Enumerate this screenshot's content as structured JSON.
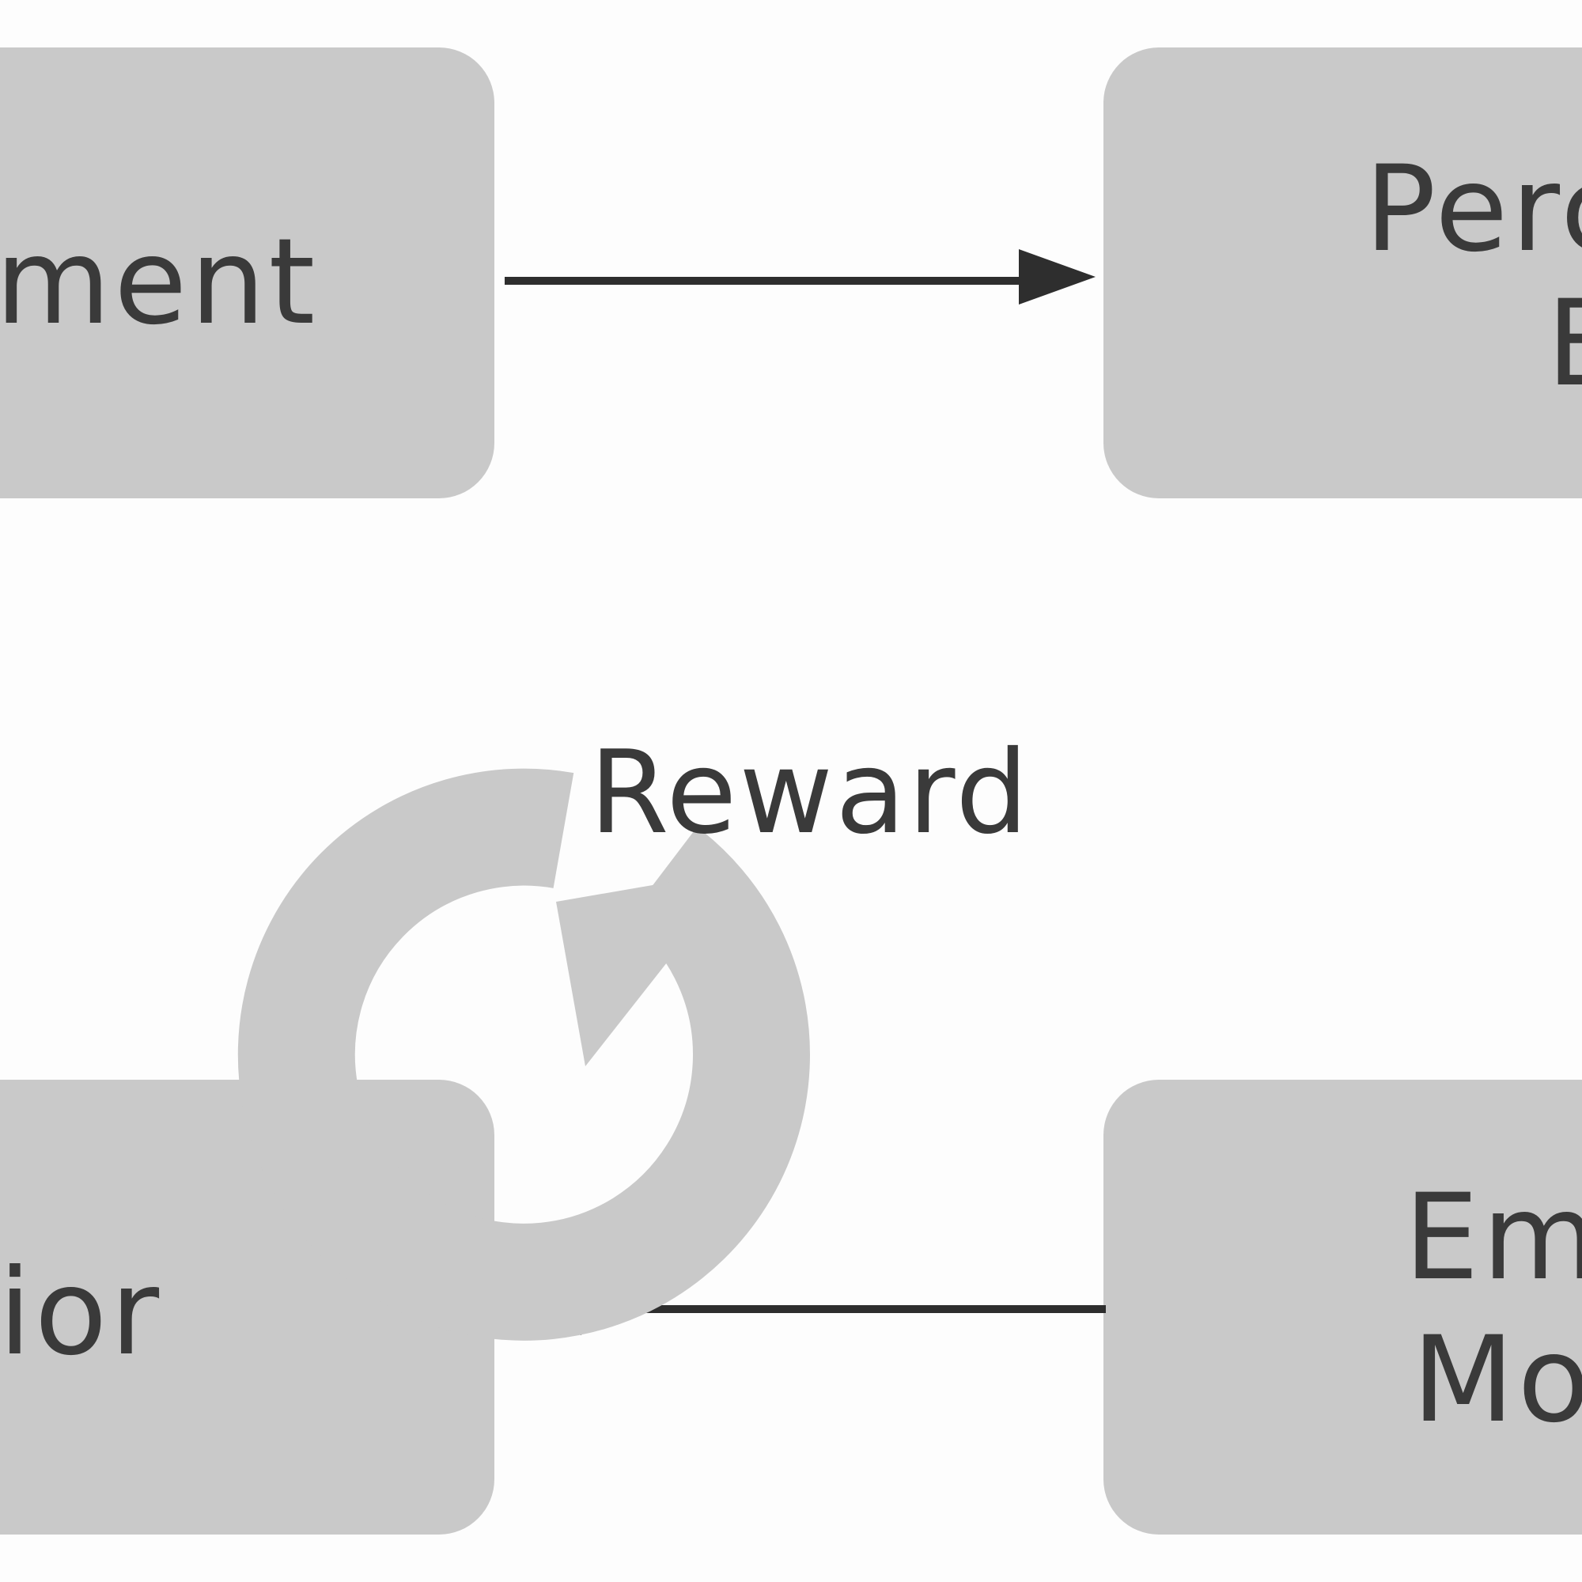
{
  "diagram": {
    "nodes": {
      "top_left": {
        "label": "ment"
      },
      "top_right": {
        "line1": "Perc",
        "line2": "B"
      },
      "bottom_left": {
        "label": "ior"
      },
      "bottom_right": {
        "line1": "Em",
        "line2": "Mo"
      }
    },
    "center": {
      "label": "Reward"
    },
    "edges": [
      {
        "from": "top_left",
        "to": "top_right"
      },
      {
        "from": "bottom_right",
        "to": "bottom_left"
      }
    ],
    "colors": {
      "box_fill": "#c9c9c9",
      "text": "#3a3a3a",
      "arrow": "#2e2e2e",
      "cycle": "#c9c9c9",
      "background": "#fdfdfd"
    }
  }
}
